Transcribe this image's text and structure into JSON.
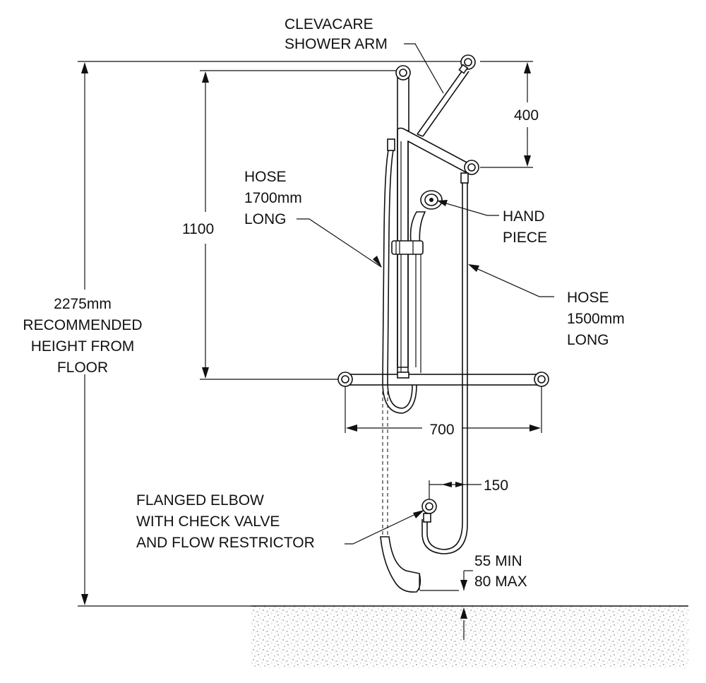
{
  "labels": {
    "shower_arm_line1": "CLEVACARE",
    "shower_arm_line2": "SHOWER ARM",
    "dim_400": "400",
    "hose1700_line1": "HOSE",
    "hose1700_line2": "1700mm",
    "hose1700_line3": "LONG",
    "dim_1100": "1100",
    "hand_piece_line1": "HAND",
    "hand_piece_line2": "PIECE",
    "hose1500_line1": "HOSE",
    "hose1500_line2": "1500mm",
    "hose1500_line3": "LONG",
    "height_line1": "2275mm",
    "height_line2": "RECOMMENDED",
    "height_line3": "HEIGHT FROM",
    "height_line4": "FLOOR",
    "dim_700": "700",
    "dim_150": "150",
    "elbow_line1": "FLANGED ELBOW",
    "elbow_line2": "WITH CHECK VALVE",
    "elbow_line3": "AND FLOW RESTRICTOR",
    "clearance_line1": "55 MIN",
    "clearance_line2": "80 MAX"
  }
}
